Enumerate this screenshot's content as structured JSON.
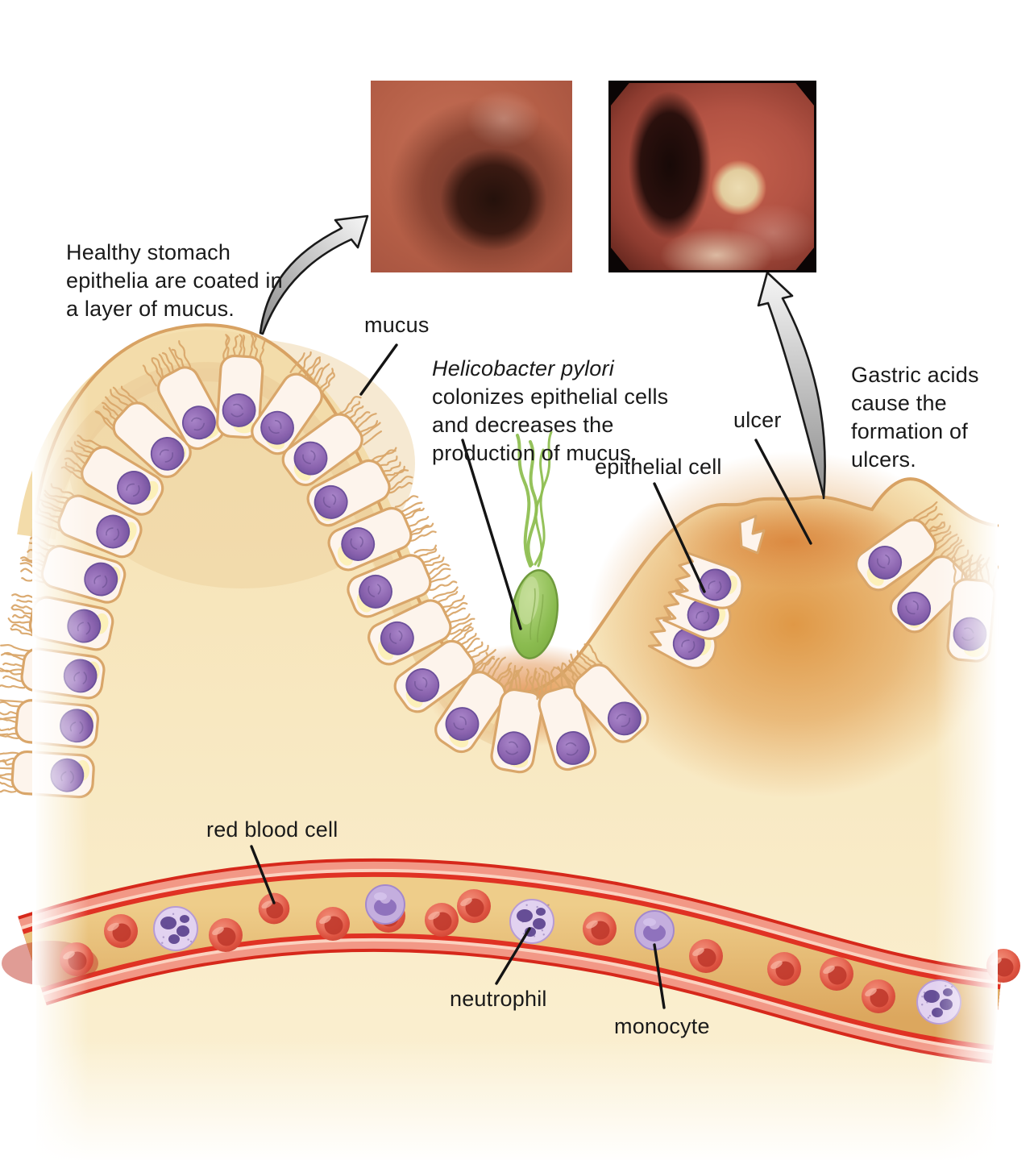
{
  "annotations": {
    "healthy_note": "Healthy stomach epithelia are coated in a layer of mucus.",
    "mucus": "mucus",
    "hpylori_italic": "Helicobacter pylori",
    "hpylori_rest": " colonizes epithelial cells and decreases the production of mucus.",
    "epithelial_cell": "epithelial cell",
    "ulcer": "ulcer",
    "gastric_note": "Gastric acids cause the formation of ulcers.",
    "red_blood_cell": "red blood cell",
    "neutrophil": "neutrophil",
    "monocyte": "monocyte"
  },
  "figures": {
    "endoscopy_healthy": "endoscopy photo of healthy stomach lining",
    "endoscopy_ulcer": "endoscopy photo of stomach ulcer"
  },
  "palette": {
    "tissue_top": "#f5e0b0",
    "tissue_bottom": "#fbf1d4",
    "mucus_band": "#f3dcaa",
    "mucus_shade": "#e9c794",
    "mucus_outline": "#d8a263",
    "cell_fill": "#fdf4ec",
    "cell_outline": "#d9a66a",
    "cell_glow": "#fcf0b4",
    "nucleus_light": "#a985c9",
    "nucleus": "#8a63ae",
    "nucleus_dark": "#6b4f9a",
    "acid_orange": "#e2914d",
    "ulcer_orange": "#de9440",
    "ulcer_hot": "#d87f35",
    "bact_light": "#cfe3a6",
    "bact_mid": "#8abb4f",
    "bact_dark": "#6f9a3c",
    "flagella": "#8fbf52",
    "vessel_red": "#d6281b",
    "vessel_salmon": "#f29886",
    "vessel_pale": "#fbd2c0",
    "vessel_inner_red": "#e03224",
    "lumen_light": "#eecd8a",
    "lumen_dark": "#dca75e",
    "rbc_light": "#f2917b",
    "rbc_mid": "#dd5240",
    "rbc_dark": "#c03a2c",
    "wbc_body": "#e2d2f0",
    "wbc_lobe": "#5f4790",
    "mono_body": "#c4aede",
    "mono_nucleus": "#8f72bd",
    "line_color": "#141414",
    "arrow_dark": "#8c8c8c",
    "arrow_light": "#f6f6f6"
  }
}
